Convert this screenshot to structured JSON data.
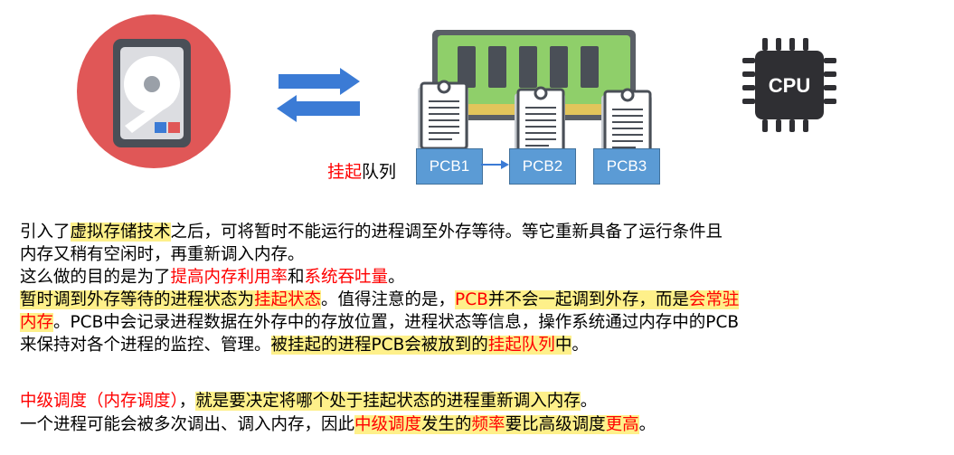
{
  "diagram": {
    "icons": {
      "disk": "hard-disk-icon",
      "memory": "memory-module-icon",
      "cpu": "cpu-chip-icon",
      "arrows": "swap-arrows-icon",
      "document": "document-icon"
    },
    "cpu_label": "CPU",
    "queue_label_red": "挂起",
    "queue_label_rest": "队列",
    "pcbs": [
      "PCB1",
      "PCB2",
      "PCB3"
    ],
    "colors": {
      "disk_circle": "#e05757",
      "arrow": "#3b7bd5",
      "pcb_box": "#5b9bd5",
      "memory_board": "#8fcf6a",
      "highlight": "#fef08a",
      "red": "#ff0000"
    }
  },
  "paragraphs": {
    "p1_a": "引入了",
    "p1_b": "虚拟存储技术",
    "p1_c": "之后，可将暂时不能运行的进程调至外存等待。等它重新具备了运行条件且",
    "p1_d": "内存又稍有空闲时，再重新调入内存。",
    "p2_a": "这么做的目的是为了",
    "p2_b": "提高内存利用率",
    "p2_c": "和",
    "p2_d": "系统吞吐量",
    "p2_e": "。",
    "p3_a": "暂时调到外存等待的进程状态为",
    "p3_b": "挂起状态",
    "p3_c": "。值得注意的是，",
    "p3_d": "PCB",
    "p3_e": "并不会一起调到外存，而是",
    "p3_f": "会常驻",
    "p3_g": "内存",
    "p3_h": "。PCB中会记录进程数据在外存中的存放位置，进程状态等信息，操作系统通过内存中的PCB",
    "p3_i": "来保持对各个进程的监控、管理。",
    "p3_j": "被挂起的进程PCB会被放到的",
    "p3_k": "挂起队列",
    "p3_l": "中",
    "p3_m": "。",
    "p4_a": "中级调度（内存调度）",
    "p4_b": "，",
    "p4_c": "就是要决定将哪个处于挂起状态的进程重新调入内存",
    "p4_d": "。",
    "p5_a": "一个进程可能会被多次调出、调入内存，因此",
    "p5_b": "中级调度",
    "p5_c": "发生的",
    "p5_d": "频率",
    "p5_e": "要比高级调度",
    "p5_f": "更高",
    "p5_g": "。"
  }
}
